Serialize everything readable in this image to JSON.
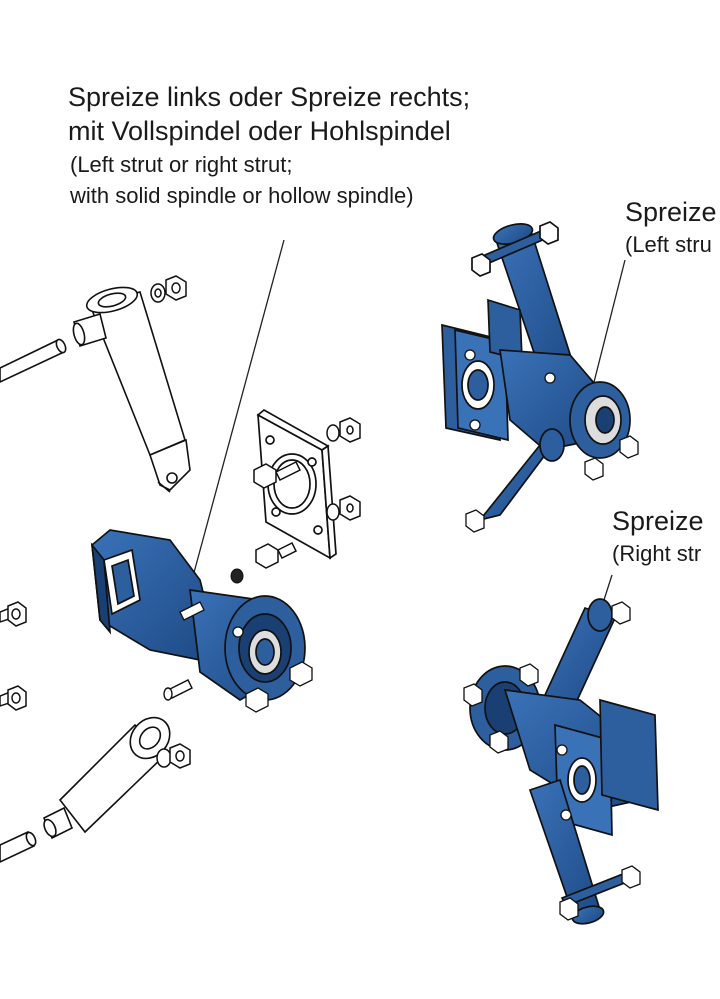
{
  "callouts": {
    "main": {
      "de_line1": "Spreize links oder Spreize rechts;",
      "de_line2": "mit Vollspindel oder Hohlspindel",
      "en_line1": "(Left strut or right strut;",
      "en_line2": "with solid spindle or hollow spindle)"
    },
    "left": {
      "de": "Spreize",
      "en": "(Left stru"
    },
    "right": {
      "de": "Spreize",
      "en": "(Right str"
    }
  },
  "colors": {
    "part_blue": "#2d5f9e",
    "part_blue_dark": "#1a3f73",
    "outline": "#111111",
    "line_art": "#ffffff"
  }
}
